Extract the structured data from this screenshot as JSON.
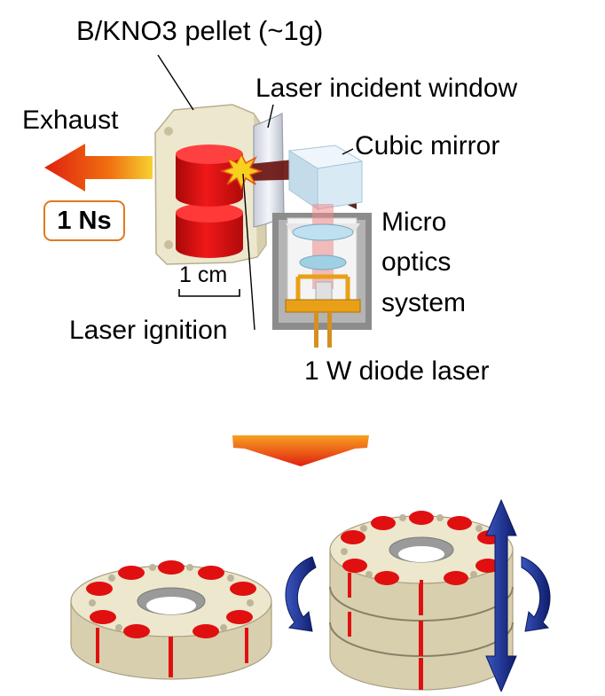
{
  "labels": {
    "pellet": "B/KNO3 pellet (~1g)",
    "window": "Laser incident window",
    "exhaust": "Exhaust",
    "mirror": "Cubic mirror",
    "thrust": "1 Ns",
    "micro1": "Micro",
    "micro2": "optics",
    "micro3": "system",
    "scale": "1 cm",
    "ignition": "Laser ignition",
    "diode": "1 W diode laser"
  },
  "colors": {
    "pellet_red": "#e01010",
    "casing_ivory": "#ede7cd",
    "arrow_orange": "#f08a10",
    "rotation_blue": "#1e2f8c",
    "badge_border": "#e07a1c",
    "laser_beam": "#6a1510",
    "metal_gray": "#9a9a9a",
    "gold": "#e8a018"
  },
  "icons": [
    "exhaust-arrow",
    "flow-down-arrow",
    "rotation-arrow",
    "vertical-double-arrow"
  ]
}
